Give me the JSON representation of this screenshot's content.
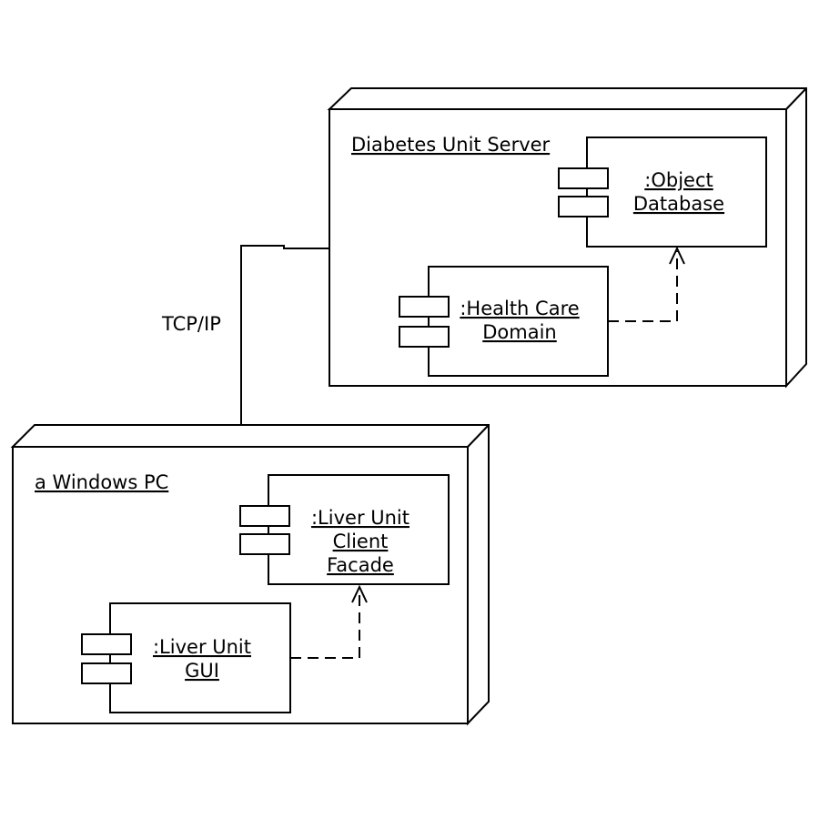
{
  "connection": {
    "label": "TCP/IP"
  },
  "nodes": {
    "server": {
      "name": "Diabetes Unit Server",
      "components": {
        "object_db": {
          "line1": ":Object",
          "line2": "Database"
        },
        "health_care": {
          "line1": ":Health Care",
          "line2": "Domain"
        }
      }
    },
    "pc": {
      "name": "a Windows PC",
      "components": {
        "client_facade": {
          "line1": ":Liver Unit",
          "line2": "Client",
          "line3": "Facade"
        },
        "gui": {
          "line1": ":Liver Unit",
          "line2": "GUI"
        }
      }
    }
  }
}
